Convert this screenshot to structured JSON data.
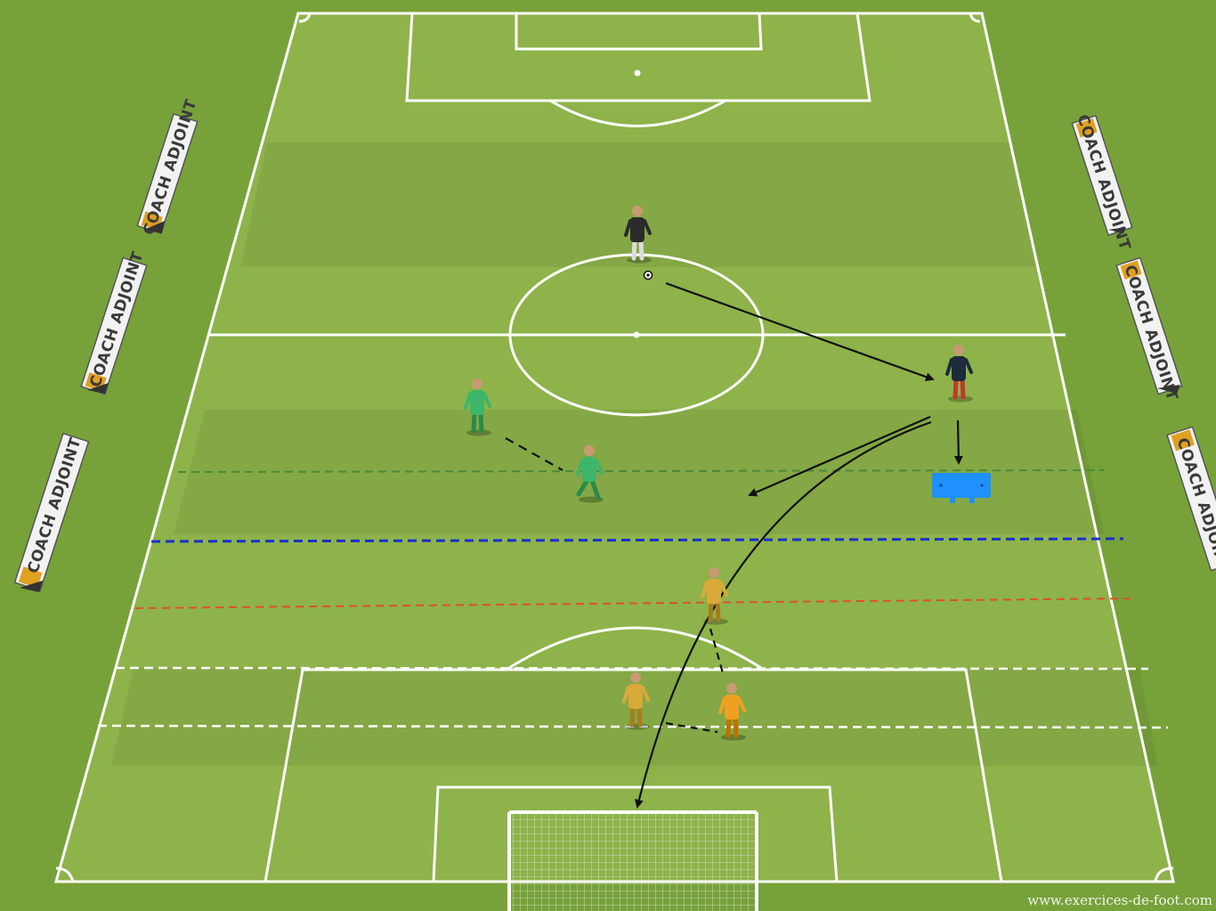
{
  "pitch": {
    "grass_color": "#8db34a",
    "outer_grass_color": "#77a23a",
    "line_color": "#ffffff"
  },
  "boards": {
    "label": "COACH ADJOINT",
    "count": 6
  },
  "zone_lines": [
    {
      "name": "green-zone-line",
      "color": "#4a8a3a"
    },
    {
      "name": "blue-zone-line",
      "color": "#1a2fd0"
    },
    {
      "name": "red-zone-line",
      "color": "#e0502a"
    },
    {
      "name": "white-zone-line-1",
      "color": "#ffffff"
    },
    {
      "name": "white-zone-line-2",
      "color": "#ffffff"
    }
  ],
  "players": [
    {
      "name": "coach-player-with-ball",
      "kit": "#2b2b2b",
      "accent": "#dcdcdc",
      "icon": "player-icon"
    },
    {
      "name": "goalkeeper-dark",
      "kit": "#1f2a3a",
      "accent": "#c0392b",
      "icon": "player-icon"
    },
    {
      "name": "green-player-1",
      "kit": "#3db56a",
      "accent": "#2a8a4a",
      "icon": "player-icon"
    },
    {
      "name": "green-player-2",
      "kit": "#3db56a",
      "accent": "#2a8a4a",
      "icon": "player-icon"
    },
    {
      "name": "yellow-player-1",
      "kit": "#d9a93a",
      "accent": "#a87c1c",
      "icon": "player-icon"
    },
    {
      "name": "yellow-player-2",
      "kit": "#d9a93a",
      "accent": "#a87c1c",
      "icon": "player-icon"
    },
    {
      "name": "orange-player",
      "kit": "#f0a020",
      "accent": "#c07000",
      "icon": "player-icon"
    }
  ],
  "mini_goal": {
    "color": "#1e90ff",
    "icon": "mini-goal-icon"
  },
  "watermark": "www.exercices-de-foot.com"
}
